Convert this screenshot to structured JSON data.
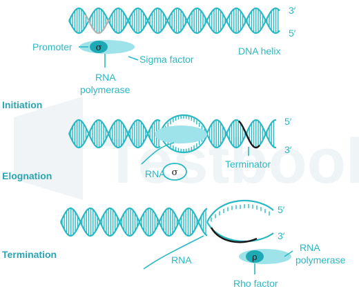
{
  "colors": {
    "primary": "#29b8c4",
    "bubble": "#9fe3ea",
    "enzyme": "#1fa9b4",
    "promoter_strand": "#b5b5b5",
    "terminator_strand": "#1a1a1a",
    "watermark": "#eef3f6"
  },
  "labels": {
    "end_3": "3′",
    "end_5": "5′",
    "promoter": "Promoter",
    "sigma_symbol": "σ",
    "sigma_factor": "Sigma factor",
    "dna_helix": "DNA helix",
    "rna_polymerase_line1": "RNA",
    "rna_polymerase_line2": "polymerase",
    "rna": "RNA",
    "terminator": "Terminator",
    "rho_symbol": "ρ",
    "rho_factor": "Rho factor"
  },
  "stages": {
    "initiation": "Initiation",
    "elongation": "Elognation",
    "termination": "Termination"
  },
  "watermark": {
    "text": "Testbook"
  }
}
